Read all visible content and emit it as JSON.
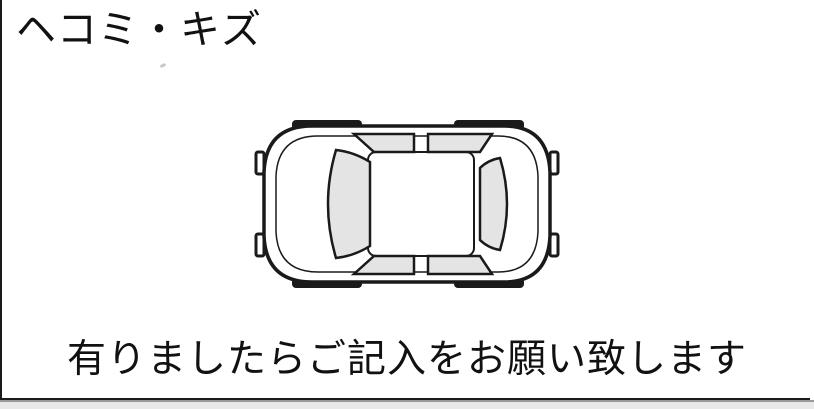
{
  "form": {
    "title": "ヘコミ・キズ",
    "instruction": "有りましたらご記入をお願い致します"
  },
  "diagram": {
    "name": "car-top-view",
    "colors": {
      "outline": "#1a1a1a",
      "glass": "#e4e4e4",
      "tire": "#1a1a1a"
    }
  }
}
